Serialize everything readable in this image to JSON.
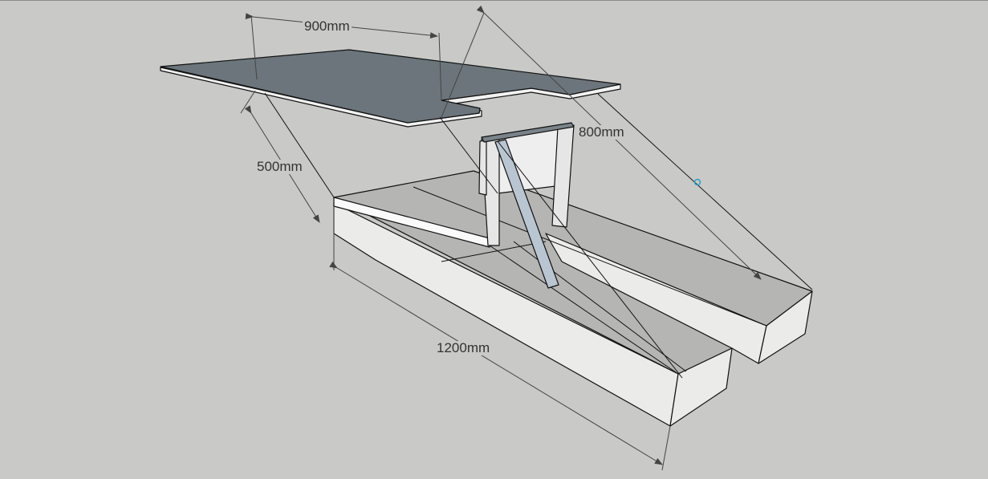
{
  "viewport": {
    "dimensions": [
      {
        "id": "width-top",
        "label": "900mm"
      },
      {
        "id": "depth-top",
        "label": "500mm"
      },
      {
        "id": "diagonal",
        "label": "800mm"
      },
      {
        "id": "length-base",
        "label": "1200mm"
      }
    ]
  },
  "colors": {
    "background": "#c9c9c7",
    "slab_top": "#6c757c",
    "face_light": "#ebebea",
    "face_gray": "#b5b5b3",
    "brace": "#b9c5d1",
    "inference_point": "#2aa0c8"
  }
}
